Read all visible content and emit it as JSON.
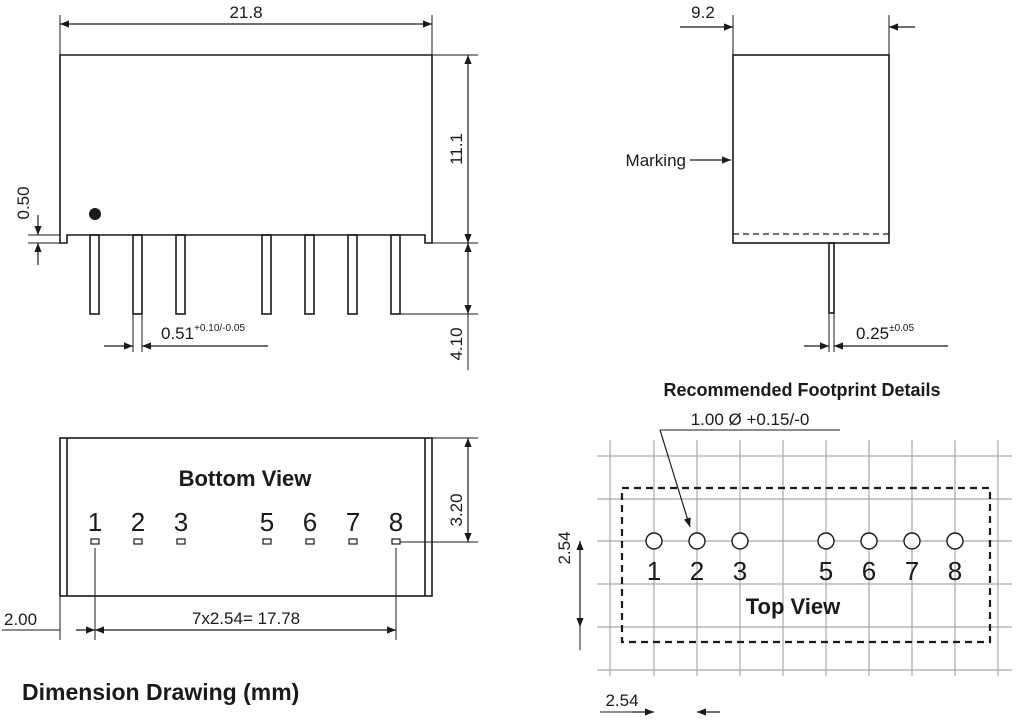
{
  "title": "Dimension Drawing (mm)",
  "front_view": {
    "width": "21.8",
    "height": "11.1",
    "standoff": "0.50",
    "pin_length": "4.10",
    "pin_width_value": "0.51",
    "pin_width_tol": "+0.10/-0.05"
  },
  "side_view": {
    "width": "9.2",
    "marking": "Marking",
    "pin_width_value": "0.25",
    "pin_width_tol": "±0.05"
  },
  "bottom_view": {
    "label": "Bottom View",
    "pin_numbers": [
      "1",
      "2",
      "3",
      "5",
      "6",
      "7",
      "8"
    ],
    "row_offset": "3.20",
    "edge_offset": "2.00",
    "pitch_total": "7x2.54= 17.78"
  },
  "footprint": {
    "heading": "Recommended Footprint Details",
    "hole": "1.00 Ø +0.15/-0",
    "label": "Top View",
    "pin_numbers": [
      "1",
      "2",
      "3",
      "5",
      "6",
      "7",
      "8"
    ],
    "grid_v": "2.54",
    "grid_h": "2.54"
  },
  "colors": {
    "ink": "#1a1a1a",
    "grid": "#a9a9a9",
    "background": "#ffffff"
  }
}
